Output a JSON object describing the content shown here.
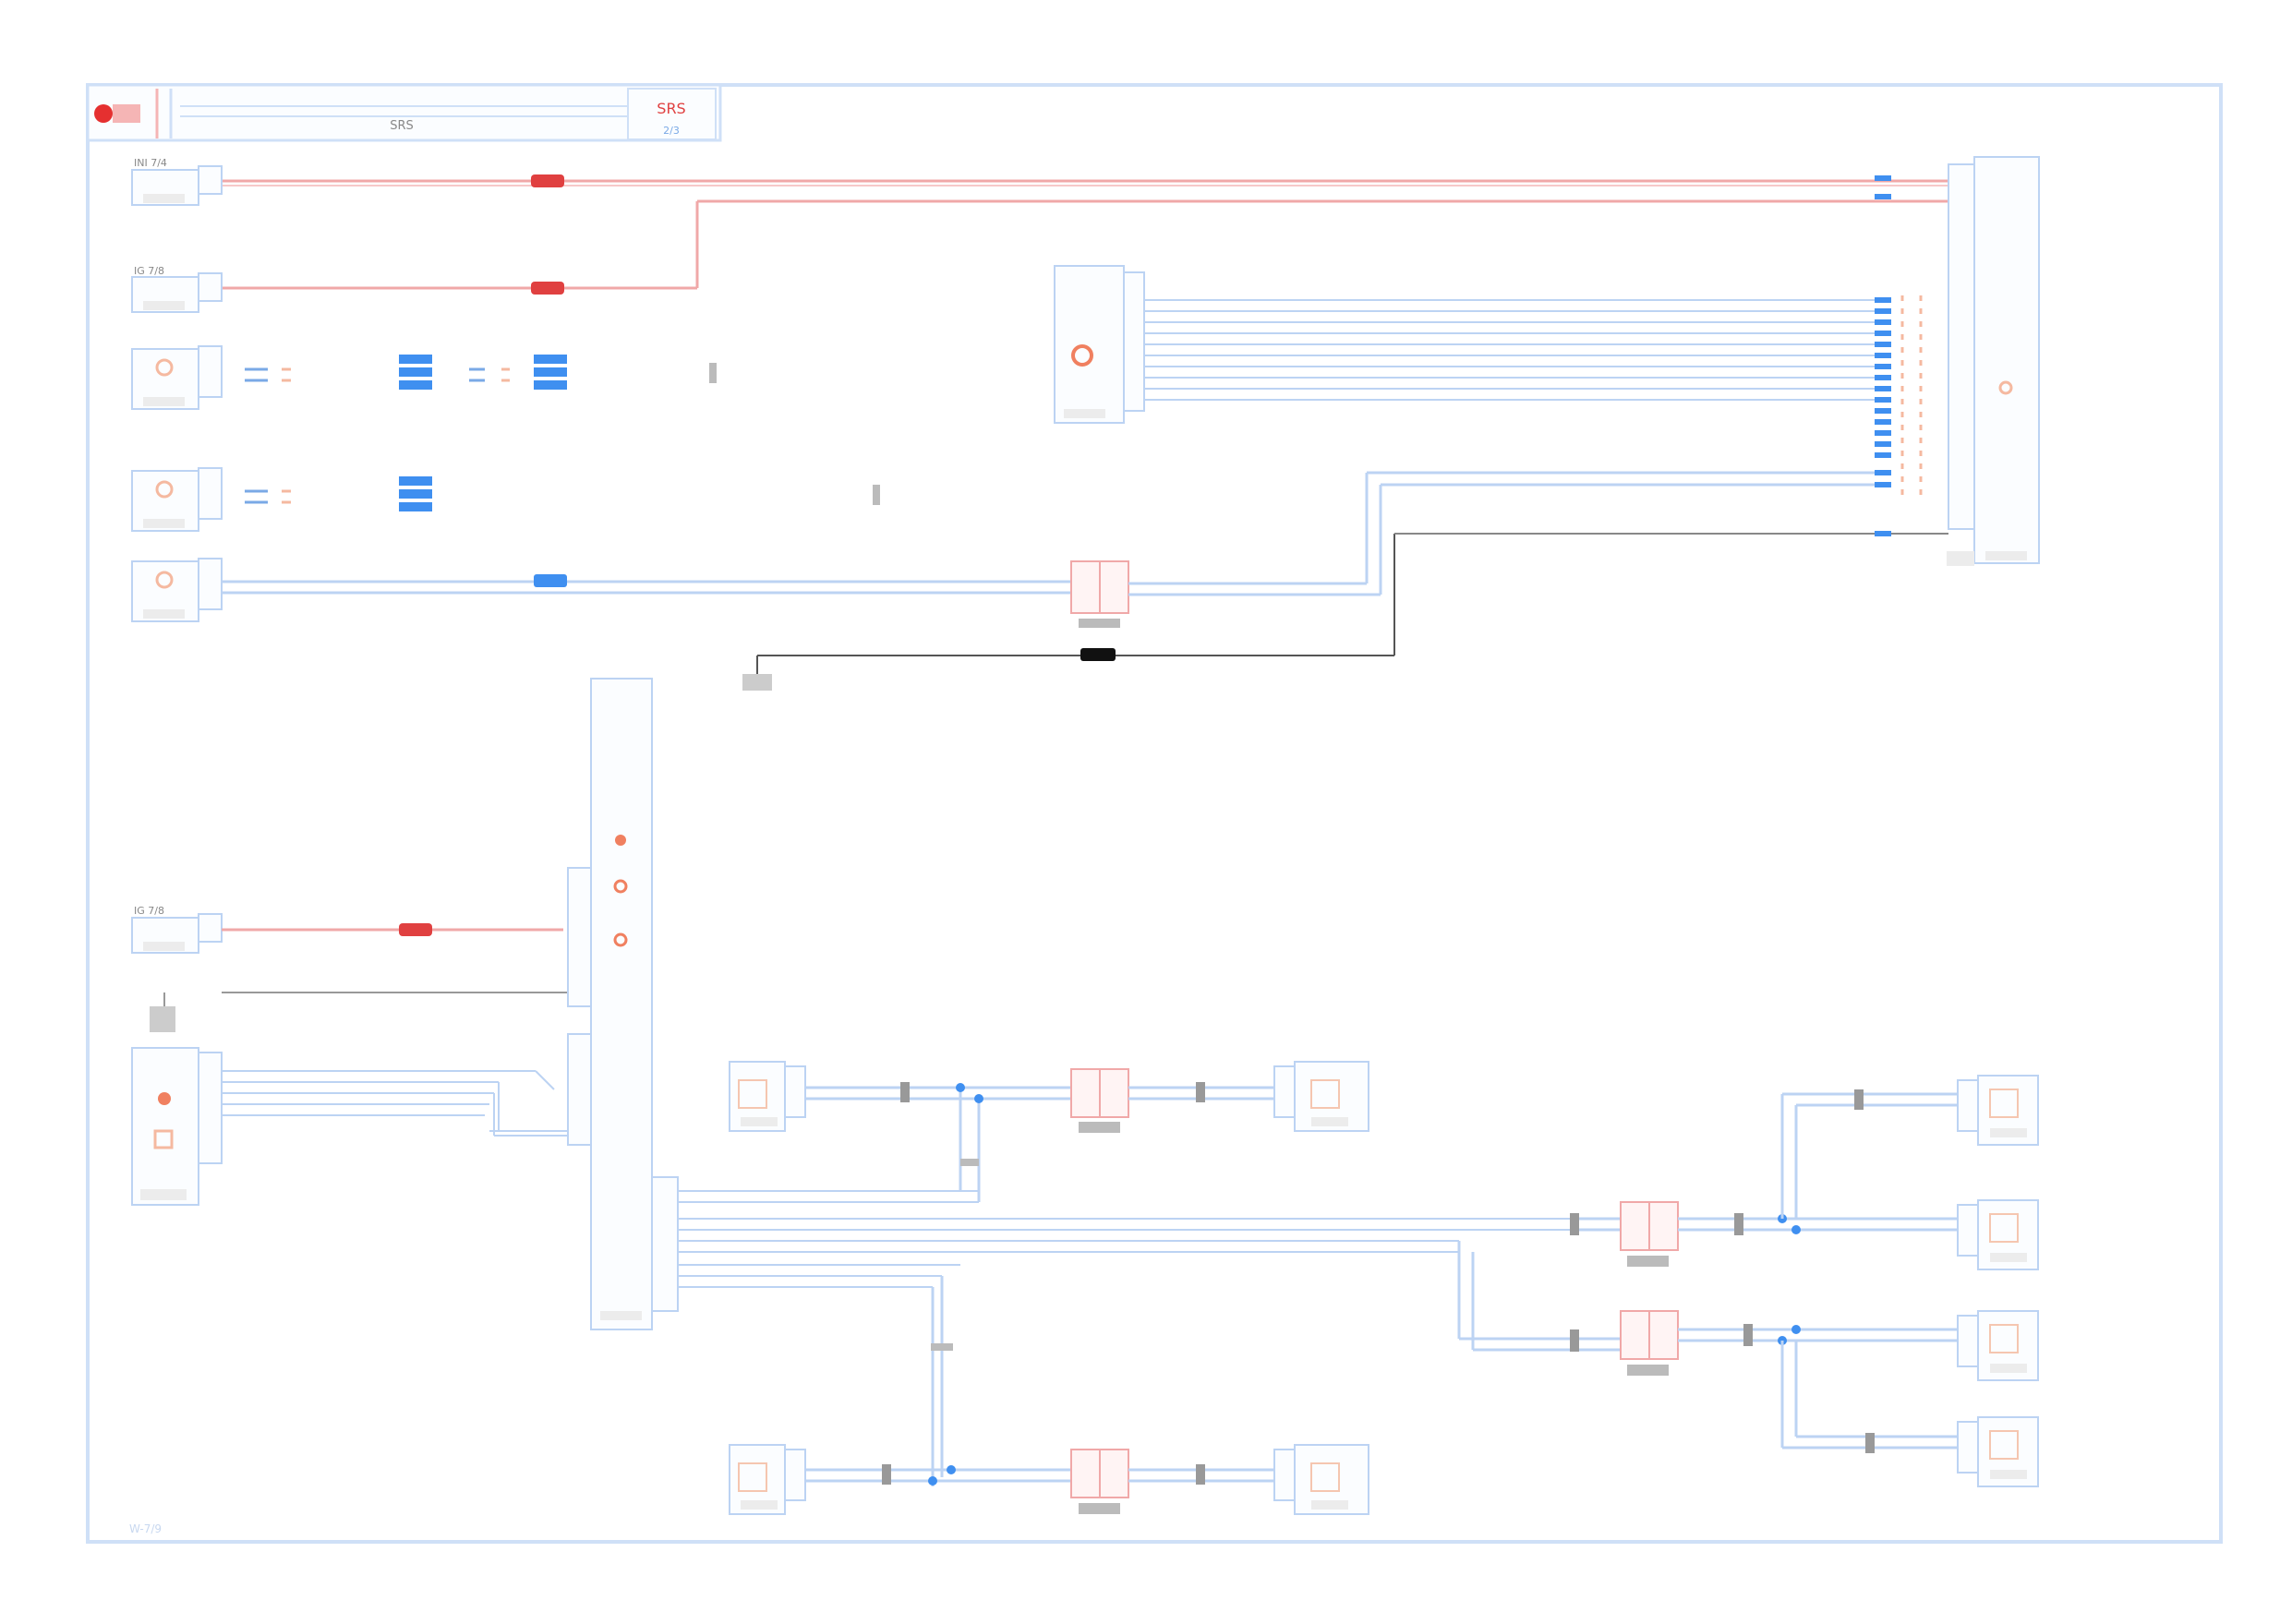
{
  "header": {
    "title_text": "SRS",
    "badge_text": "SRS",
    "badge_sub": "2/3"
  },
  "footer": {
    "page_ref": "W-7/9"
  },
  "colors": {
    "frame": "#cfe0f7",
    "wire_blue": "#bcd3f3",
    "wire_red": "#f0a8a8",
    "wire_dark": "#555555",
    "box_border": "#bcd3f3",
    "box_fill": "#fbfdff",
    "accent_red": "#e04040",
    "accent_orange": "#f08060",
    "connector_blue": "#3f8ff0"
  },
  "icons": [
    "fuse-icon",
    "ground-icon",
    "connector-icon",
    "module-icon",
    "sensor-icon"
  ],
  "labels": {
    "fuse1": "INI 7/4",
    "fuse2": "IG 7/8",
    "fuse3": "IG 7/8"
  }
}
